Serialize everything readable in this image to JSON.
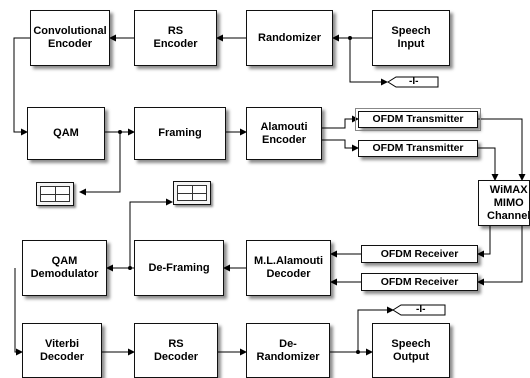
{
  "blocks": {
    "convolutional_encoder": "Convolutional\nEncoder",
    "rs_encoder": "RS\nEncoder",
    "randomizer": "Randomizer",
    "speech_input": "Speech\nInput",
    "qam": "QAM",
    "framing": "Framing",
    "alamouti_encoder": "Alamouti\nEncoder",
    "ofdm_transmitter_1": "OFDM Transmitter",
    "ofdm_transmitter_2": "OFDM Transmitter",
    "wimax_mimo_channel": "WiMAX\nMIMO\nChannel",
    "qam_demodulator": "QAM\nDemodulator",
    "de_framing": "De-Framing",
    "ml_alamouti_decoder": "M.L.Alamouti\nDecoder",
    "ofdm_receiver_1": "OFDM Receiver",
    "ofdm_receiver_2": "OFDM Receiver",
    "viterbi_decoder": "Viterbi\nDecoder",
    "rs_decoder": "RS\nDecoder",
    "de_randomizer": "De-\nRandomizer",
    "speech_output": "Speech\nOutput"
  },
  "goto_tags": {
    "input_tag": "-I-",
    "output_tag": "-I-"
  }
}
